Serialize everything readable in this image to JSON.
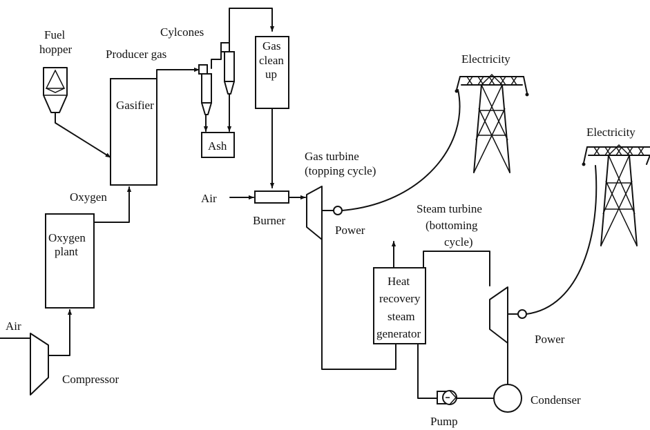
{
  "labels": {
    "fuel_hopper": [
      "Fuel",
      "hopper"
    ],
    "producer_gas": "Producer gas",
    "cylcones": "Cylcones",
    "gasifier": "Gasifier",
    "ash": "Ash",
    "gas_clean_up": [
      "Gas",
      "clean",
      "up"
    ],
    "electricity_1": "Electricity",
    "electricity_2": "Electricity",
    "oxygen": "Oxygen",
    "oxygen_plant": [
      "Oxygen",
      "plant"
    ],
    "gas_turbine": [
      "Gas turbine",
      "(topping cycle)"
    ],
    "air_burner": "Air",
    "burner": "Burner",
    "power_1": "Power",
    "steam_turbine": [
      "Steam turbine",
      "(bottoming",
      "cycle)"
    ],
    "hrsg": [
      "Heat",
      "recovery",
      "steam",
      "generator"
    ],
    "air_compressor": "Air",
    "compressor": "Compressor",
    "power_2": "Power",
    "condenser": "Condenser",
    "pump": "Pump"
  }
}
